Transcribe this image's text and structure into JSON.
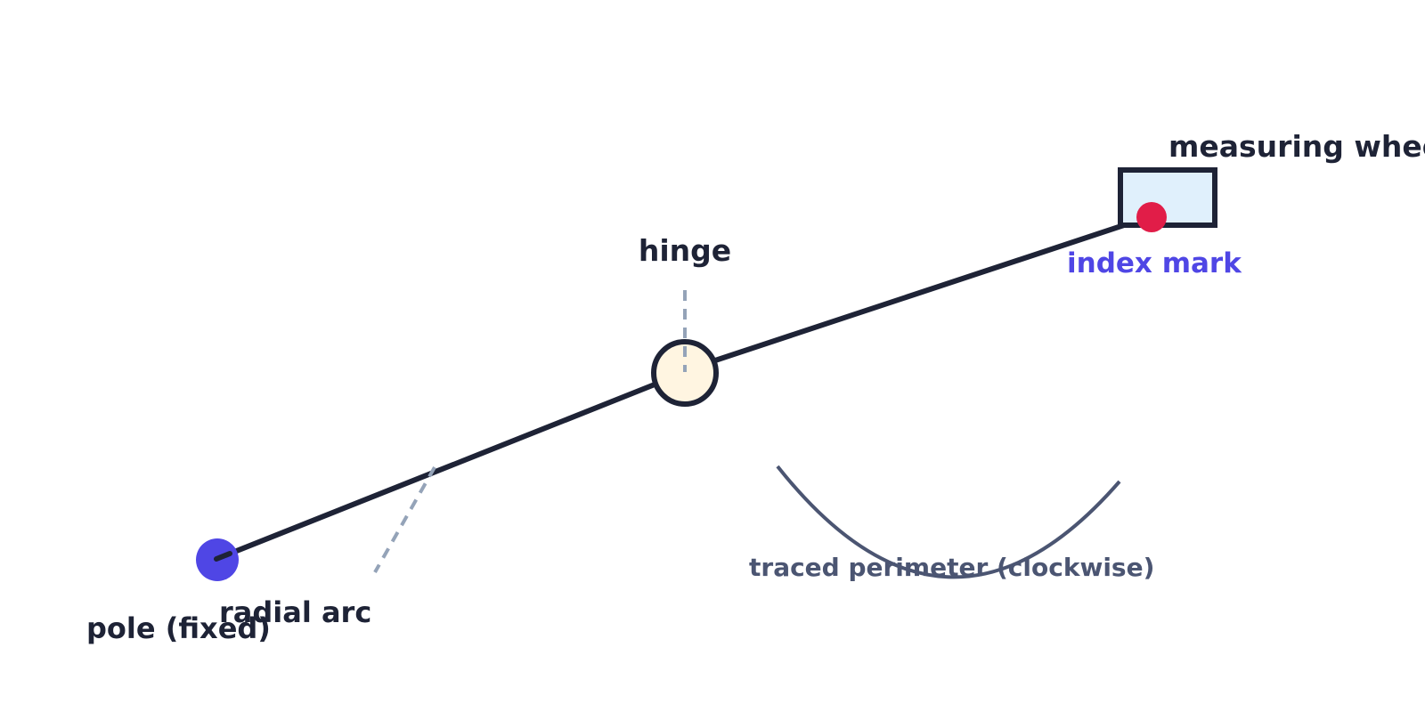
{
  "labels": {
    "measuring_wheel": "measuring wheel",
    "index_mark": "index mark",
    "hinge": "hinge",
    "radial_arc": "radial arc",
    "traced_perimeter": "traced perimeter (clockwise)",
    "pole": "pole (fixed)"
  },
  "colors": {
    "ink": "#1e2336",
    "pole": "#4f46e5",
    "index_mark": "#e11d48",
    "index_label": "#4f46e5",
    "guide": "#94a3b8",
    "perimeter": "#4b5572",
    "wheel_fill": "#e0f0fc",
    "hinge_fill": "#fff5e1"
  }
}
